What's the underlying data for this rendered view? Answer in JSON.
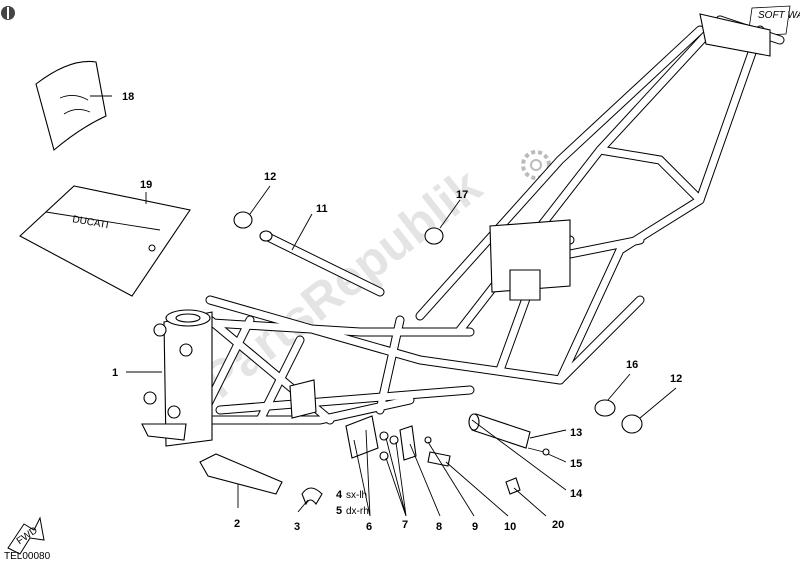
{
  "diagram": {
    "ref_code": "TEL00080",
    "watermark": "PartsRepublik",
    "brand_logo": "SOFT WAY",
    "fwd_label": "FWD",
    "bag_logo": "DUCATI",
    "callouts": {
      "c1": "1",
      "c2": "2",
      "c3": "3",
      "c4": "4",
      "c4_text": "sx-lh",
      "c5": "5",
      "c5_text": "dx-rh",
      "c6": "6",
      "c7": "7",
      "c8": "8",
      "c9": "9",
      "c10": "10",
      "c11": "11",
      "c12a": "12",
      "c12b": "12",
      "c13": "13",
      "c14": "14",
      "c15": "15",
      "c16": "16",
      "c17": "17",
      "c18": "18",
      "c19": "19",
      "c20": "20"
    }
  }
}
